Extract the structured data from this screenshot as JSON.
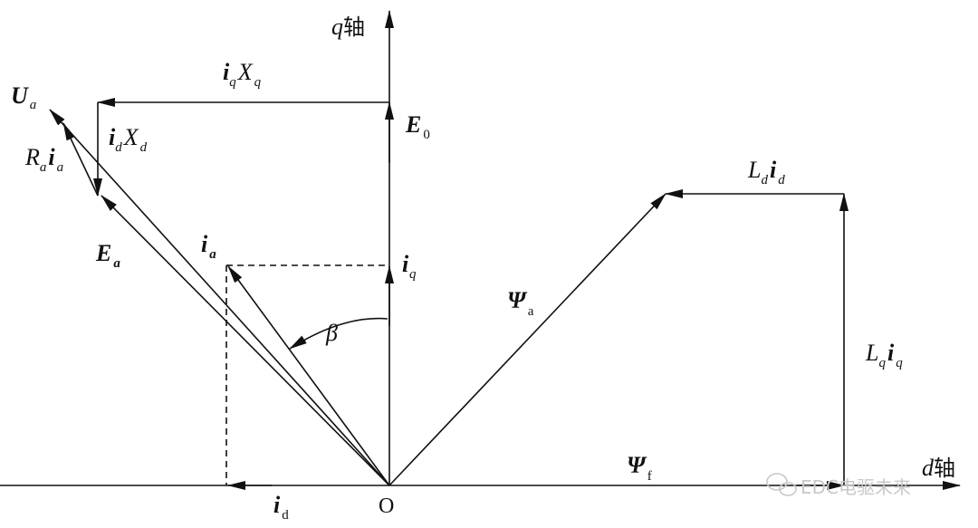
{
  "axes": {
    "q_axis_var": "q",
    "q_axis_char": "轴",
    "d_axis_var": "d",
    "d_axis_char": "轴",
    "origin": "O"
  },
  "labels": {
    "Ua": {
      "main": "U",
      "sub": "a"
    },
    "iqXq": {
      "m1": "i",
      "s1": "q",
      "m2": "X",
      "s2": "q"
    },
    "idXd": {
      "m1": "i",
      "s1": "d",
      "m2": "X",
      "s2": "d"
    },
    "Raia": {
      "m1": "R",
      "s1": "a",
      "m2": "i",
      "s2": "a"
    },
    "E0": {
      "main": "E",
      "sub": "0"
    },
    "Ea": {
      "main": "E",
      "sub": "a"
    },
    "ia": {
      "main": "i",
      "sub": "a"
    },
    "iq": {
      "main": "i",
      "sub": "q"
    },
    "id": {
      "main": "i",
      "sub": "d"
    },
    "beta": "β",
    "psi_a": {
      "main": "Ψ",
      "sub": "a"
    },
    "psi_f": {
      "main": "Ψ",
      "sub": "f"
    },
    "Ldid": {
      "m1": "L",
      "s1": "d",
      "m2": "i",
      "s2": "d"
    },
    "Lqiq": {
      "m1": "L",
      "s1": "q",
      "m2": "i",
      "s2": "q"
    }
  },
  "watermark": "EDC电驱未来"
}
